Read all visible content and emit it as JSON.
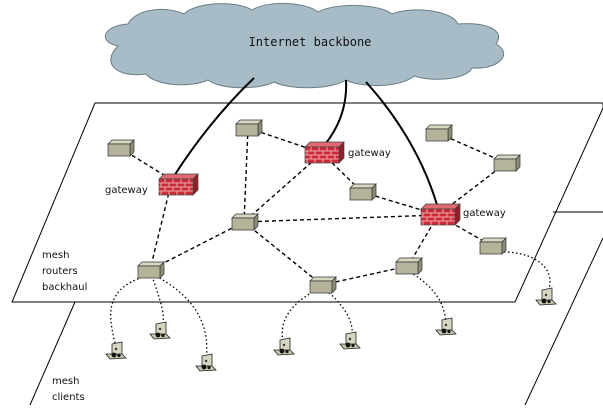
{
  "cloud": {
    "label": "Internet backbone",
    "fill": "#a7bcc6"
  },
  "labels": {
    "gateway_left": "gateway",
    "gateway_center": "gateway",
    "gateway_right": "gateway",
    "mesh_routers": [
      "mesh",
      "routers",
      "backhaul"
    ],
    "mesh_clients": [
      "mesh",
      "clients"
    ]
  },
  "colors": {
    "router": "#b5b49a",
    "gateway": "#cc2d3a",
    "plane_stroke": "#000000"
  },
  "icons": {
    "router": "mesh-router-box-icon",
    "gateway": "firewall-brick-icon",
    "client": "laptop-icon",
    "cloud": "cloud-icon"
  }
}
